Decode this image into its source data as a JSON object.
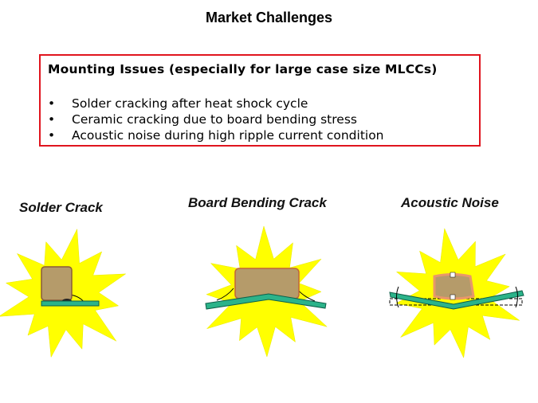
{
  "title": "Market Challenges",
  "box": {
    "heading": "Mounting Issues (especially for large case size MLCCs)",
    "bullets": [
      "Solder cracking after heat shock cycle",
      "Ceramic cracking due to board bending stress",
      "Acoustic noise during high ripple current condition"
    ]
  },
  "diagrams": [
    {
      "caption": "Solder Crack"
    },
    {
      "caption": "Board Bending Crack"
    },
    {
      "caption": "Acoustic Noise"
    }
  ],
  "colors": {
    "border": "#e0141e",
    "burst": "#ffff00",
    "board": "#2bb38a",
    "chip": "#b59b6a",
    "terminal": "#e8976a"
  }
}
